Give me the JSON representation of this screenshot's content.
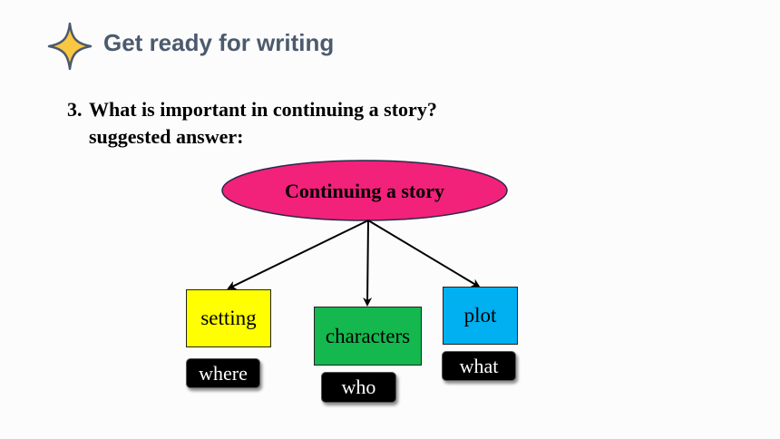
{
  "header": {
    "icon": "four-point-star-icon",
    "title": "Get ready for writing"
  },
  "question": {
    "number": "3.",
    "text": "What is important in continuing a story?",
    "subtext": "suggested answer:"
  },
  "diagram": {
    "center": "Continuing a story",
    "nodes": [
      {
        "label": "setting",
        "tag": "where",
        "color": "#ffff00"
      },
      {
        "label": "characters",
        "tag": "who",
        "color": "#14b84e"
      },
      {
        "label": "plot",
        "tag": "what",
        "color": "#00b0f0"
      }
    ],
    "center_color": "#f2217a"
  },
  "colors": {
    "title": "#4c5a6e",
    "star_fill": "#f9c742",
    "star_stroke": "#4c5a6e"
  }
}
